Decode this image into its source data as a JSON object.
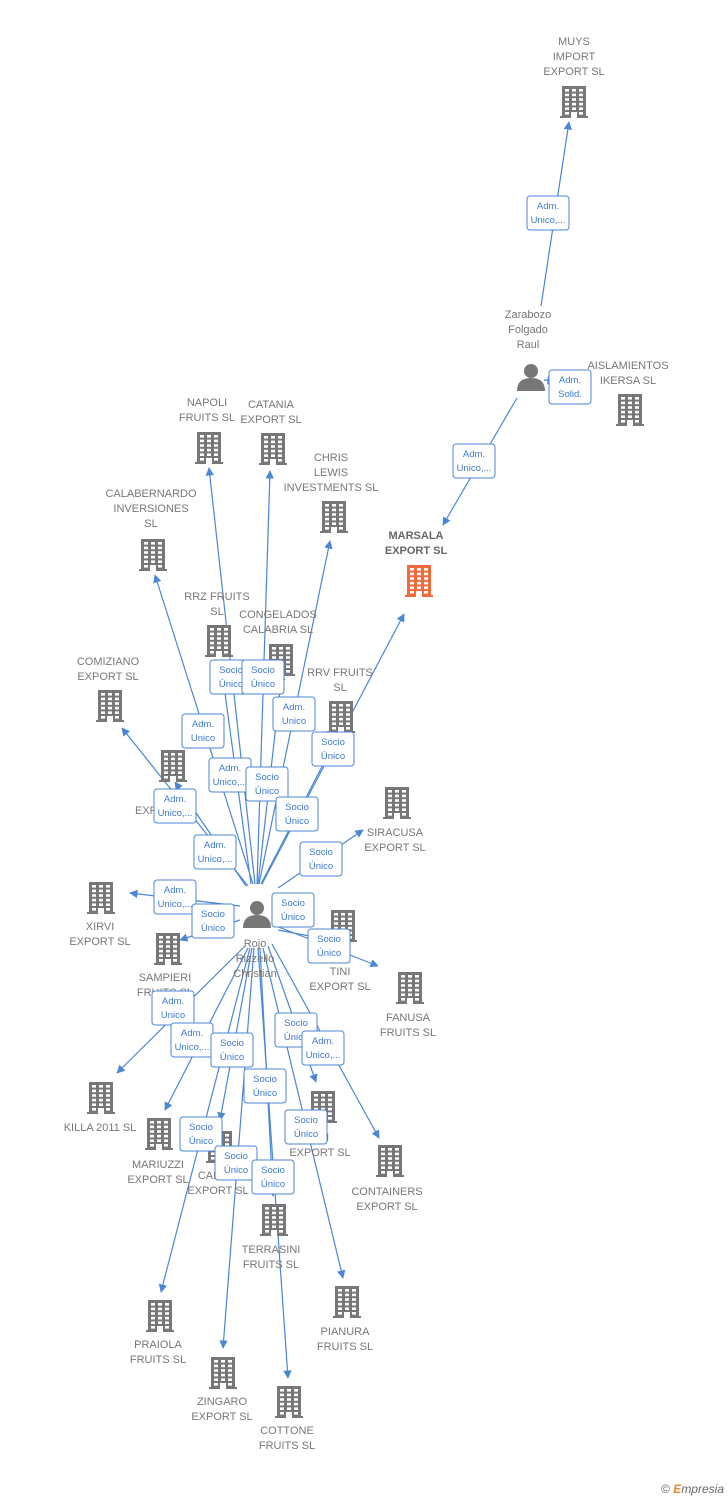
{
  "colors": {
    "company": "#777777",
    "focus_company": "#f26a3b",
    "person": "#777777",
    "edge": "#4a86d4",
    "edge_text": "#3c7ad0"
  },
  "footer": {
    "copyright_symbol": "©",
    "brand_initial": "E",
    "brand_rest": "mpresia"
  },
  "nodes": [
    {
      "id": "muys",
      "type": "company",
      "label": [
        "MUYS",
        "IMPORT",
        "EXPORT  SL"
      ]
    },
    {
      "id": "zarabozo",
      "type": "person",
      "label": [
        "Zarabozo",
        "Folgado",
        "Raul"
      ]
    },
    {
      "id": "aislamientos",
      "type": "company",
      "label": [
        "AISLAMIENTOS",
        "IKERSA  SL"
      ]
    },
    {
      "id": "marsala",
      "type": "company",
      "focus": true,
      "label": [
        "MARSALA",
        "EXPORT  SL"
      ]
    },
    {
      "id": "napoli",
      "type": "company",
      "label": [
        "NAPOLI",
        "FRUITS  SL"
      ]
    },
    {
      "id": "catania",
      "type": "company",
      "label": [
        "CATANIA",
        "EXPORT  SL"
      ]
    },
    {
      "id": "chris",
      "type": "company",
      "label": [
        "CHRIS",
        "LEWIS",
        "INVESTMENTS SL"
      ]
    },
    {
      "id": "calabernardo",
      "type": "company",
      "label": [
        "CALABERNARDO",
        "INVERSIONES",
        "SL"
      ]
    },
    {
      "id": "rrz",
      "type": "company",
      "label": [
        "RRZ FRUITS",
        "SL"
      ]
    },
    {
      "id": "congelados",
      "type": "company",
      "label": [
        "CONGELADOS",
        "CALABRIA  SL"
      ]
    },
    {
      "id": "comiziano",
      "type": "company",
      "label": [
        "COMIZIANO",
        "EXPORT  SL"
      ]
    },
    {
      "id": "rrv",
      "type": "company",
      "label": [
        "RRV FRUITS",
        "SL"
      ]
    },
    {
      "id": "exp_left",
      "type": "company",
      "label": [
        "EXP"
      ]
    },
    {
      "id": "siracusa",
      "type": "company",
      "label": [
        "SIRACUSA",
        "EXPORT  SL"
      ]
    },
    {
      "id": "xirvi",
      "type": "company",
      "label": [
        "XIRVI",
        "EXPORT  SL"
      ]
    },
    {
      "id": "rojo",
      "type": "person",
      "label": [
        "Rojo",
        "Rizzello",
        "Christian"
      ]
    },
    {
      "id": "costantini",
      "type": "company",
      "label": [
        "C",
        "TINI",
        "EXPORT  SL"
      ]
    },
    {
      "id": "sampieri",
      "type": "company",
      "label": [
        "SAMPIERI",
        "FRUITS  SL"
      ]
    },
    {
      "id": "fanusa",
      "type": "company",
      "label": [
        "FANUSA",
        "FRUITS  SL"
      ]
    },
    {
      "id": "killa",
      "type": "company",
      "label": [
        "KILLA 2011 SL"
      ]
    },
    {
      "id": "mariuzzi",
      "type": "company",
      "label": [
        "MARIUZZI",
        "EXPORT  SL"
      ]
    },
    {
      "id": "campo",
      "type": "company",
      "label": [
        "CAMPO",
        "EXPORT  SL"
      ]
    },
    {
      "id": "ani",
      "type": "company",
      "label": [
        "ANI",
        "EXPORT  SL"
      ]
    },
    {
      "id": "containers",
      "type": "company",
      "label": [
        "CONTAINERS",
        "EXPORT  SL"
      ]
    },
    {
      "id": "terrasini",
      "type": "company",
      "label": [
        "TERRASINI",
        "FRUITS  SL"
      ]
    },
    {
      "id": "praiola",
      "type": "company",
      "label": [
        "PRAIOLA",
        "FRUITS  SL"
      ]
    },
    {
      "id": "pianura",
      "type": "company",
      "label": [
        "PIANURA",
        "FRUITS  SL"
      ]
    },
    {
      "id": "zingaro",
      "type": "company",
      "label": [
        "ZINGARO",
        "EXPORT  SL"
      ]
    },
    {
      "id": "cottone",
      "type": "company",
      "label": [
        "COTTONE",
        "FRUITS  SL"
      ]
    }
  ],
  "edges": [
    {
      "from": "zarabozo",
      "to": "muys",
      "label": [
        "Adm.",
        "Unico,..."
      ]
    },
    {
      "from": "zarabozo",
      "to": "aislamientos",
      "label": [
        "Adm.",
        "Solid."
      ]
    },
    {
      "from": "zarabozo",
      "to": "marsala",
      "label": [
        "Adm.",
        "Unico,..."
      ]
    },
    {
      "from": "rojo",
      "to": "marsala",
      "label": [
        "Socio",
        "Único"
      ]
    },
    {
      "from": "rojo",
      "to": "napoli",
      "label": [
        "Socio",
        "Único"
      ]
    },
    {
      "from": "rojo",
      "to": "catania",
      "label": [
        "Socio",
        "Único"
      ]
    },
    {
      "from": "rojo",
      "to": "chris",
      "label": [
        "Adm.",
        "Unico"
      ]
    },
    {
      "from": "rojo",
      "to": "calabernardo",
      "label": [
        "Adm.",
        "Unico"
      ]
    },
    {
      "from": "rojo",
      "to": "rrz",
      "label": [
        "Adm.",
        "Unico,..."
      ]
    },
    {
      "from": "rojo",
      "to": "congelados",
      "label": [
        "Socio",
        "Único"
      ]
    },
    {
      "from": "rojo",
      "to": "comiziano",
      "label": [
        "Adm.",
        "Unico,..."
      ]
    },
    {
      "from": "rojo",
      "to": "rrv",
      "label": [
        "Socio",
        "Único"
      ]
    },
    {
      "from": "rojo",
      "to": "exp_left",
      "label": [
        "Adm.",
        "Unico,..."
      ]
    },
    {
      "from": "rojo",
      "to": "siracusa",
      "label": [
        "Socio",
        "Único"
      ]
    },
    {
      "from": "rojo",
      "to": "xirvi",
      "label": [
        "Adm.",
        "Unico,..."
      ]
    },
    {
      "from": "rojo",
      "to": "sampieri",
      "label": [
        "Socio",
        "Único"
      ]
    },
    {
      "from": "rojo",
      "to": "costantini",
      "label": [
        "Socio",
        "Único"
      ]
    },
    {
      "from": "rojo",
      "to": "fanusa",
      "label": [
        "Socio",
        "Único"
      ]
    },
    {
      "from": "rojo",
      "to": "killa",
      "label": [
        "Adm.",
        "Unico"
      ]
    },
    {
      "from": "rojo",
      "to": "mariuzzi",
      "label": [
        "Adm.",
        "Unico,..."
      ]
    },
    {
      "from": "rojo",
      "to": "campo",
      "label": [
        "Socio",
        "Único"
      ]
    },
    {
      "from": "rojo",
      "to": "ani",
      "label": [
        "Socio",
        "Único"
      ]
    },
    {
      "from": "rojo",
      "to": "containers",
      "label": [
        "Adm.",
        "Unico,..."
      ]
    },
    {
      "from": "rojo",
      "to": "terrasini",
      "label": [
        "Socio",
        "Único"
      ]
    },
    {
      "from": "rojo",
      "to": "praiola",
      "label": [
        "Socio",
        "Único"
      ]
    },
    {
      "from": "rojo",
      "to": "pianura",
      "label": [
        "Socio",
        "Único"
      ]
    },
    {
      "from": "rojo",
      "to": "zingaro",
      "label": [
        "Socio",
        "Único"
      ]
    },
    {
      "from": "rojo",
      "to": "cottone",
      "label": [
        "Socio",
        "Único"
      ]
    }
  ]
}
